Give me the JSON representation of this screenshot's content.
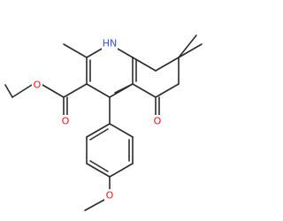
{
  "molecule": {
    "atoms": {
      "nh": {
        "symbol": "HN",
        "element": "N",
        "color": "#3050f8"
      },
      "ketone_o": {
        "symbol": "O",
        "element": "O",
        "color": "#ff0d0d"
      },
      "ester_carbonyl_o": {
        "symbol": "O",
        "element": "O",
        "color": "#ff0d0d"
      },
      "ester_ether_o": {
        "symbol": "O",
        "element": "O",
        "color": "#ff0d0d"
      },
      "methoxy_o": {
        "symbol": "O",
        "element": "O",
        "color": "#ff0d0d"
      }
    },
    "bond_color": "#2b2b2b"
  }
}
